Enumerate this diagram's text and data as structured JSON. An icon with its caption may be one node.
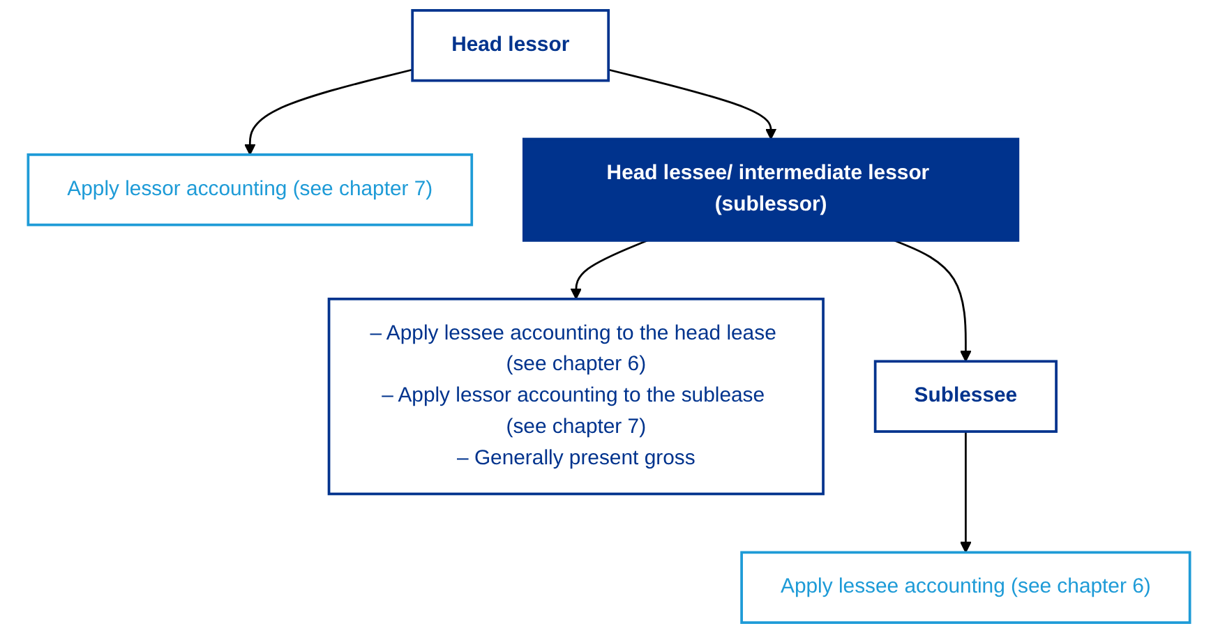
{
  "diagram": {
    "nodes": [
      {
        "text": [
          "Head lessor"
        ]
      },
      {
        "text": [
          "Apply lessor accounting (see chapter 7)"
        ]
      },
      {
        "text": [
          "Head lessee/ intermediate lessor (sublessor)"
        ]
      },
      {
        "text": [
          "– Apply lessee accounting to the head lease (see chapter 6)",
          "– Apply lessor accounting to the sublease (see chapter 7)",
          "– Generally present gross"
        ]
      },
      {
        "text": [
          "Sublessee"
        ]
      },
      {
        "text": [
          "Apply lessee accounting (see chapter 6)"
        ]
      }
    ],
    "edges": [
      {
        "from": 0,
        "to": 1,
        "arrow": "to"
      },
      {
        "from": 0,
        "to": 2,
        "arrow": "to"
      },
      {
        "from": 2,
        "to": 3,
        "arrow": "to"
      },
      {
        "from": 2,
        "to": 4,
        "arrow": "to"
      },
      {
        "from": 4,
        "to": 5,
        "arrow": "to"
      }
    ]
  }
}
